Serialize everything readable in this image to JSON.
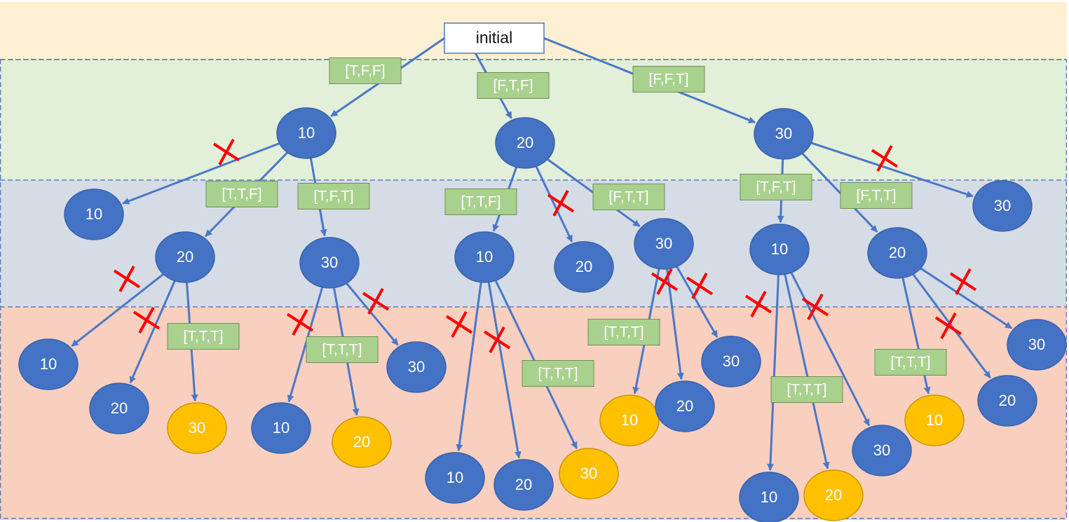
{
  "colors": {
    "band_1": "#fdf0d2",
    "band_2": "#e2efd9",
    "band_3": "#d6dce5",
    "band_4": "#f9cfbf",
    "node": "#4472c4",
    "node_valid": "#ffc000",
    "edge": "#4a78c8",
    "label_fill": "#a9d18e",
    "cross": "#ff0000"
  },
  "root": {
    "label": "initial"
  },
  "nodes": [
    {
      "id": "a",
      "label": "10",
      "valid": false
    },
    {
      "id": "b",
      "label": "20",
      "valid": false
    },
    {
      "id": "c",
      "label": "30",
      "valid": false
    },
    {
      "id": "a1",
      "label": "10",
      "valid": false
    },
    {
      "id": "a2",
      "label": "20",
      "valid": false
    },
    {
      "id": "a3",
      "label": "30",
      "valid": false
    },
    {
      "id": "b1",
      "label": "10",
      "valid": false
    },
    {
      "id": "b2",
      "label": "20",
      "valid": false
    },
    {
      "id": "b3",
      "label": "30",
      "valid": false
    },
    {
      "id": "c1",
      "label": "10",
      "valid": false
    },
    {
      "id": "c2",
      "label": "20",
      "valid": false
    },
    {
      "id": "c3",
      "label": "30",
      "valid": false
    },
    {
      "id": "a2a",
      "label": "10",
      "valid": false
    },
    {
      "id": "a2b",
      "label": "20",
      "valid": false
    },
    {
      "id": "a2c",
      "label": "30",
      "valid": true
    },
    {
      "id": "a3a",
      "label": "10",
      "valid": false
    },
    {
      "id": "a3b",
      "label": "20",
      "valid": true
    },
    {
      "id": "a3c",
      "label": "30",
      "valid": false
    },
    {
      "id": "b1a",
      "label": "10",
      "valid": false
    },
    {
      "id": "b1b",
      "label": "20",
      "valid": false
    },
    {
      "id": "b1c",
      "label": "30",
      "valid": true
    },
    {
      "id": "b3a",
      "label": "10",
      "valid": true
    },
    {
      "id": "b3b",
      "label": "20",
      "valid": false
    },
    {
      "id": "b3c",
      "label": "30",
      "valid": false
    },
    {
      "id": "c1a",
      "label": "10",
      "valid": false
    },
    {
      "id": "c1b",
      "label": "20",
      "valid": true
    },
    {
      "id": "c1c",
      "label": "30",
      "valid": false
    },
    {
      "id": "c2a",
      "label": "10",
      "valid": true
    },
    {
      "id": "c2b",
      "label": "20",
      "valid": false
    },
    {
      "id": "c2c",
      "label": "30",
      "valid": false
    }
  ],
  "edges": [
    {
      "from": "root",
      "to": "a",
      "label": "[T,F,F]",
      "crossed": false
    },
    {
      "from": "root",
      "to": "b",
      "label": "[F,T,F]",
      "crossed": false
    },
    {
      "from": "root",
      "to": "c",
      "label": "[F,F,T]",
      "crossed": false
    },
    {
      "from": "a",
      "to": "a1",
      "label": "",
      "crossed": true
    },
    {
      "from": "a",
      "to": "a2",
      "label": "[T,T,F]",
      "crossed": false
    },
    {
      "from": "a",
      "to": "a3",
      "label": "[T,F,T]",
      "crossed": false
    },
    {
      "from": "b",
      "to": "b1",
      "label": "[T,T,F]",
      "crossed": false
    },
    {
      "from": "b",
      "to": "b2",
      "label": "",
      "crossed": true
    },
    {
      "from": "b",
      "to": "b3",
      "label": "[F,T,T]",
      "crossed": false
    },
    {
      "from": "c",
      "to": "c1",
      "label": "[T,F,T]",
      "crossed": false
    },
    {
      "from": "c",
      "to": "c2",
      "label": "[F,T,T]",
      "crossed": false
    },
    {
      "from": "c",
      "to": "c3",
      "label": "",
      "crossed": true
    },
    {
      "from": "a2",
      "to": "a2a",
      "label": "",
      "crossed": true
    },
    {
      "from": "a2",
      "to": "a2b",
      "label": "",
      "crossed": true
    },
    {
      "from": "a2",
      "to": "a2c",
      "label": "[T,T,T]",
      "crossed": false
    },
    {
      "from": "a3",
      "to": "a3a",
      "label": "",
      "crossed": true
    },
    {
      "from": "a3",
      "to": "a3b",
      "label": "[T,T,T]",
      "crossed": false
    },
    {
      "from": "a3",
      "to": "a3c",
      "label": "",
      "crossed": true
    },
    {
      "from": "b1",
      "to": "b1a",
      "label": "",
      "crossed": true
    },
    {
      "from": "b1",
      "to": "b1b",
      "label": "",
      "crossed": true
    },
    {
      "from": "b1",
      "to": "b1c",
      "label": "[T,T,T]",
      "crossed": false
    },
    {
      "from": "b3",
      "to": "b3a",
      "label": "[T,T,T]",
      "crossed": false
    },
    {
      "from": "b3",
      "to": "b3b",
      "label": "",
      "crossed": true
    },
    {
      "from": "b3",
      "to": "b3c",
      "label": "",
      "crossed": true
    },
    {
      "from": "c1",
      "to": "c1a",
      "label": "",
      "crossed": true
    },
    {
      "from": "c1",
      "to": "c1b",
      "label": "[T,T,T]",
      "crossed": false
    },
    {
      "from": "c1",
      "to": "c1c",
      "label": "",
      "crossed": true
    },
    {
      "from": "c2",
      "to": "c2a",
      "label": "[T,T,T]",
      "crossed": false
    },
    {
      "from": "c2",
      "to": "c2b",
      "label": "",
      "crossed": true
    },
    {
      "from": "c2",
      "to": "c2c",
      "label": "",
      "crossed": true
    }
  ]
}
